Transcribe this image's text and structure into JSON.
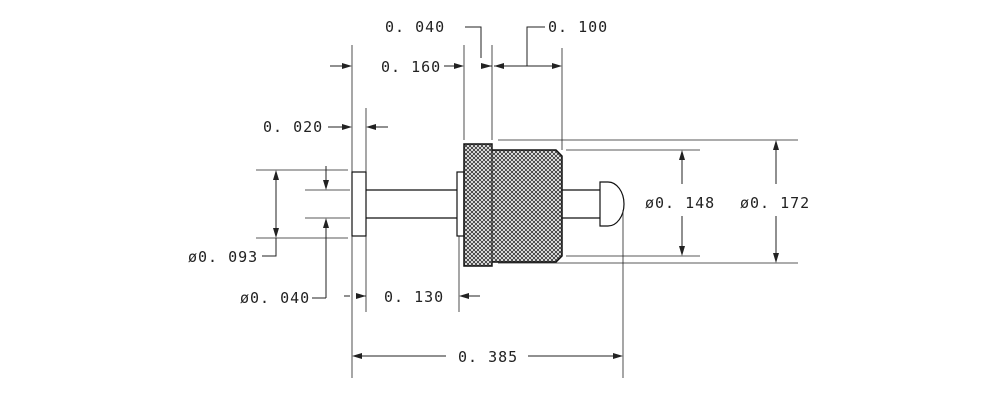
{
  "dimensions": {
    "d_040_top": "0. 040",
    "d_100": "0. 100",
    "d_160": "0. 160",
    "d_020": "0. 020",
    "dia_148": "ø0. 148",
    "dia_172": "ø0. 172",
    "dia_093": "ø0. 093",
    "dia_040": "ø0. 040",
    "d_130": "0. 130",
    "d_385": "0. 385"
  },
  "colors": {
    "line": "#222222",
    "knurl_fill": "#555555",
    "background": "#ffffff"
  }
}
